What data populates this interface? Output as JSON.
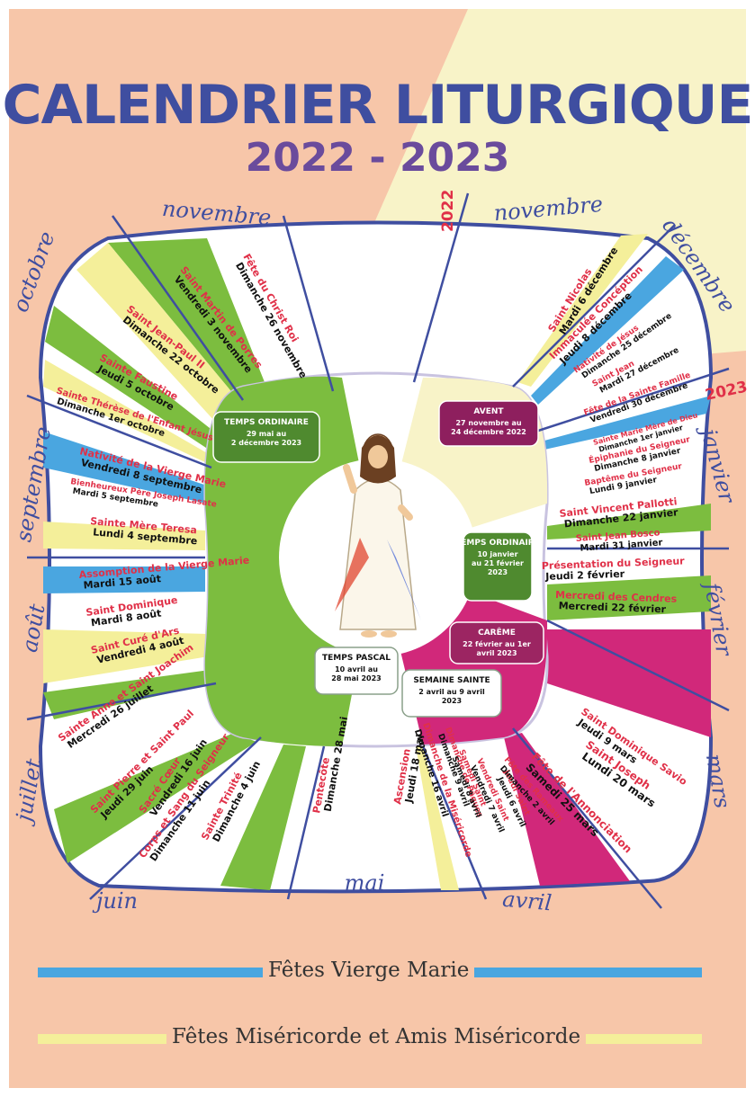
{
  "header": {
    "title": "CALENDRIER LITURGIQUE",
    "years": "2022 - 2023"
  },
  "year_marks": [
    "2022",
    "2023"
  ],
  "months": [
    "novembre",
    "octobre",
    "septembre",
    "août",
    "juillet",
    "juin",
    "mai",
    "avril",
    "mars",
    "février",
    "janvier",
    "décembre",
    "novembre"
  ],
  "seasons": [
    {
      "title": "TEMPS ORDINAIRE",
      "dates": [
        "29 mai au",
        "2 décembre 2023"
      ],
      "color": "#4f8a2f"
    },
    {
      "title": "AVENT",
      "dates": [
        "27 novembre au",
        "24 décembre 2022"
      ],
      "color": "#8e1f5e"
    },
    {
      "title": "TEMPS ORDINAIRE",
      "dates": [
        "10 janvier",
        "au 21 février",
        "2023"
      ],
      "color": "#4f8a2f"
    },
    {
      "title": "CARÊME",
      "dates": [
        "22 février au 1er",
        "avril 2023"
      ],
      "color": "#9c2562"
    },
    {
      "title": "TEMPS PASCAL",
      "dates": [
        "10 avril au",
        "28 mai 2023"
      ],
      "color": "#ffffff"
    },
    {
      "title": "SEMAINE SAINTE",
      "dates": [
        "2 avril au 9 avril",
        "2023"
      ],
      "color": "#ffffff"
    }
  ],
  "feasts_left": [
    {
      "name": "Fête du Christ Roi",
      "date": "Dimanche 26 novembre"
    },
    {
      "name": "Saint Martin de Porres",
      "date": "Vendredi 3 novembre"
    },
    {
      "name": "Saint Jean-Paul II",
      "date": "Dimanche 22 octobre"
    },
    {
      "name": "Sainte Faustine",
      "date": "Jeudi 5 octobre"
    },
    {
      "name": "Sainte Thérèse de l'Enfant Jésus",
      "date": "Dimanche 1er octobre"
    },
    {
      "name": "Nativité de la Vierge Marie",
      "date": "Vendredi 8 septembre"
    },
    {
      "name": "Bienheureux Père Joseph Lasate",
      "date": "Mardi 5 septembre"
    },
    {
      "name": "Sainte Mère Teresa",
      "date": "Lundi 4 septembre"
    },
    {
      "name": "Assomption de la Vierge Marie",
      "date": "Mardi 15 août"
    },
    {
      "name": "Saint Dominique",
      "date": "Mardi 8 août"
    },
    {
      "name": "Saint Curé d'Ars",
      "date": "Vendredi 4 août"
    },
    {
      "name": "Sainte Anne et Saint Joachim",
      "date": "Mercredi 26 juillet"
    },
    {
      "name": "Saint Pierre et Saint Paul",
      "date": "Jeudi 29 juin"
    },
    {
      "name": "Sacré Cœur",
      "date": "Vendredi 16 juin"
    },
    {
      "name": "Corps et Sang du Seigneur",
      "date": "Dimanche 11 juin"
    },
    {
      "name": "Sainte Trinité",
      "date": "Dimanche 4 juin"
    }
  ],
  "feasts_bottom": [
    {
      "name": "Pentecôte",
      "date": "Dimanche 28 mai"
    },
    {
      "name": "Ascension",
      "date": "Jeudi 18 mai"
    },
    {
      "name": "Dimanche de la Miséricorde",
      "date": "Dimanche 16 avril"
    },
    {
      "name": "Dimanche de Pâques",
      "date": "Dimanche 9 avril"
    },
    {
      "name": "Samedi Saint",
      "date": "Samedi 8 avril"
    },
    {
      "name": "Vendredi Saint",
      "date": "Vendredi 7 avril"
    },
    {
      "name": "Jeudi Saint",
      "date": "Jeudi 6 avril"
    },
    {
      "name": "Fête des Rameaux",
      "date": "Dimanche 2 avril"
    }
  ],
  "feasts_right": [
    {
      "name": "Saint Nicolas",
      "date": "Mardi 6 décembre"
    },
    {
      "name": "Immaculée Concéption",
      "date": "Jeudi 8 décembre"
    },
    {
      "name": "Nativité de Jésus",
      "date": "Dimanche 25 décembre"
    },
    {
      "name": "Saint Jean",
      "date": "Mardi 27 décembre"
    },
    {
      "name": "Fête de la Sainte Famille",
      "date": "Vendredi 30 décembre"
    },
    {
      "name": "Sainte Marie Mère de Dieu",
      "date": "Dimanche 1er janvier"
    },
    {
      "name": "Épiphanie du Seigneur",
      "date": "Dimanche 8 janvier"
    },
    {
      "name": "Baptême du Seigneur",
      "date": "Lundi 9 janvier"
    },
    {
      "name": "Saint Vincent Pallotti",
      "date": "Dimanche 22 janvier"
    },
    {
      "name": "Saint Jean Bosco",
      "date": "Mardi 31 janvier"
    },
    {
      "name": "Présentation du Seigneur",
      "date": "Jeudi 2 février"
    },
    {
      "name": "Mercredi des Cendres",
      "date": "Mercredi 22 février"
    },
    {
      "name": "Saint Dominique Savio",
      "date": "Jeudi 9 mars"
    },
    {
      "name": "Saint Joseph",
      "date": "Lundi 20 mars"
    },
    {
      "name": "Fête de l'Annonciation",
      "date": "Samedi 25 mars"
    }
  ],
  "legend": [
    {
      "label": "Fêtes Vierge Marie",
      "color": "#4aa6e0"
    },
    {
      "label": "Fêtes Miséricorde et Amis Miséricorde",
      "color": "#f4ef9a"
    }
  ],
  "colors": {
    "background": "#f7c6a9",
    "cream": "#f8f3c8",
    "green": "#7cbd3f",
    "dark_green": "#4f8a2f",
    "magenta": "#d1287a",
    "blue": "#4aa6e0",
    "yellow": "#f4ef9a",
    "title_blue": "#3f4ea0",
    "red_text": "#e03048"
  }
}
